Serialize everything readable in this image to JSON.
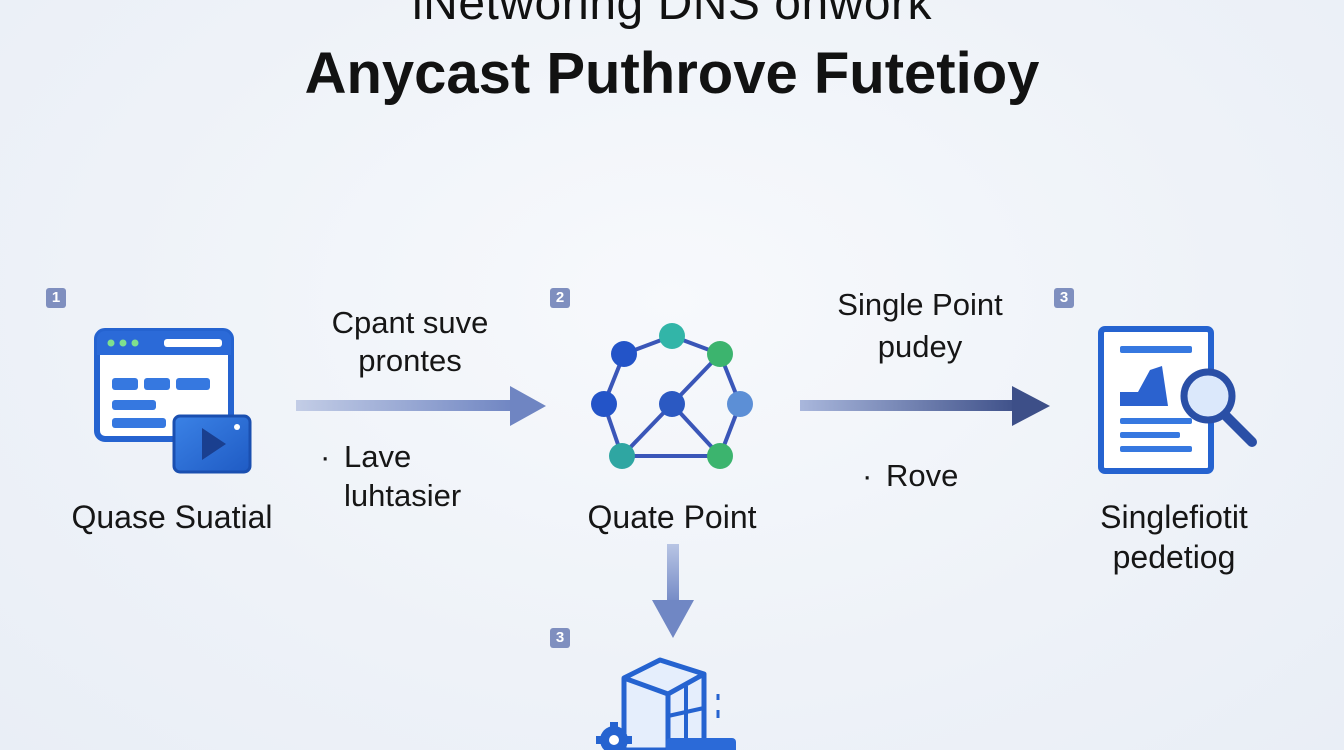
{
  "title": {
    "line1": "iNetworing DNS onwork",
    "line2": "Anycast Puthrove Futetioy"
  },
  "nodes": {
    "left": {
      "step": "1",
      "label": "Quase Suatial",
      "icon": "browser-window-icon"
    },
    "center": {
      "step": "2",
      "label": "Quate Point",
      "icon": "network-graph-icon"
    },
    "right": {
      "step": "3",
      "label_line1": "Singlefiotit",
      "label_line2": "pedetiog",
      "icon": "document-search-icon"
    },
    "bottom": {
      "step": "3",
      "icon": "cube-gear-icon"
    }
  },
  "edges": {
    "left_to_center": {
      "label_line1": "Cpant suve",
      "label_line2": "prontes",
      "bullet_line1": "Lave",
      "bullet_line2": "luhtasier"
    },
    "center_to_right": {
      "label_line1": "Single Point",
      "label_line2": "pudey",
      "bullet": "Rove"
    }
  },
  "colors": {
    "primary_blue": "#2f6fd6",
    "arrow_blue": "#7f93c6",
    "teal": "#2fb5a5",
    "green": "#3cb878",
    "badge": "#7f8fbf"
  }
}
